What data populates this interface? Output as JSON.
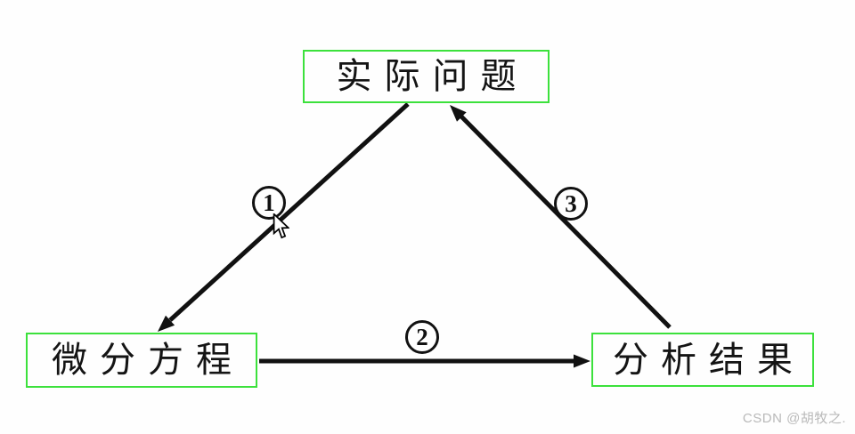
{
  "diagram": {
    "nodes": [
      {
        "id": "top",
        "label": "实际问题"
      },
      {
        "id": "bottom-left",
        "label": "微分方程"
      },
      {
        "id": "bottom-right",
        "label": "分析结果"
      }
    ],
    "edges": [
      {
        "num": "1",
        "from": "top",
        "to": "bottom-left"
      },
      {
        "num": "2",
        "from": "bottom-left",
        "to": "bottom-right"
      },
      {
        "num": "3",
        "from": "bottom-right",
        "to": "top"
      }
    ]
  },
  "colors": {
    "box_border": "#3ce13c",
    "arrow": "#111111",
    "watermark": "#b9b9b9"
  },
  "watermark": {
    "text": "CSDN @胡牧之."
  }
}
